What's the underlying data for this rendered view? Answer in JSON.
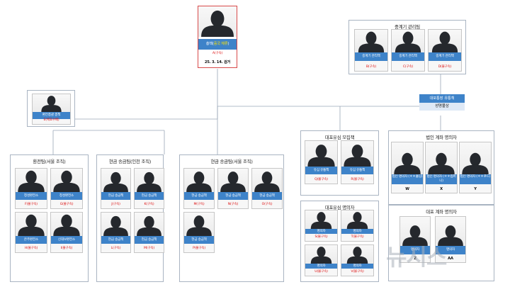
{
  "boss": {
    "role_prefix": "총책(",
    "role_highlight": "중국 체류",
    "role_suffix": ")",
    "status": "A(구속)",
    "note": "25. 3. 14. 검거"
  },
  "relay": {
    "title": "중계기 관리팀",
    "members": [
      {
        "role": "중계기 관리책",
        "status": "B(구속)"
      },
      {
        "role": "중계기 관리책",
        "status": "C(구속)"
      },
      {
        "role": "중계기 관리책",
        "status": "D(불구속)"
      }
    ]
  },
  "exchange_boss": {
    "role": "환전총괄 총책",
    "status": "E(체포수배)"
  },
  "bank_distributor": {
    "label": "대포통장 유통책",
    "name": "성명불상"
  },
  "groups": [
    {
      "title": "환전팀(서울 조직)",
      "members": [
        {
          "role": "청성환전소",
          "status": "F(불구속)"
        },
        {
          "role": "청성환전소",
          "status": "G(불구속)"
        },
        {
          "role": "은주환전소",
          "status": "H(불구속)"
        },
        {
          "role": "신대보환전소",
          "status": "I(불구속)"
        }
      ]
    },
    {
      "title": "현금 송금팀(인천 조직)",
      "members": [
        {
          "role": "현금 송금책",
          "status": "J(구속)"
        },
        {
          "role": "현금 송금책",
          "status": "K(구속)"
        },
        {
          "role": "현금 송금책",
          "status": "L(구속)"
        },
        {
          "role": "현금 송금책",
          "status": "M(구속)"
        }
      ]
    },
    {
      "title": "현금 송금팀(서울 조직)",
      "members": [
        {
          "role": "현금 송금책",
          "status": "M(구속)"
        },
        {
          "role": "현금 송금책",
          "status": "N(구속)"
        },
        {
          "role": "현금 송금책",
          "status": "O(구속)"
        },
        {
          "role": "현금 송금책",
          "status": "P(불구속)"
        }
      ]
    },
    {
      "title": "대포유심 모집책",
      "members": [
        {
          "role": "유심 유통책",
          "status": "Q(불구속)"
        },
        {
          "role": "유심 유통책",
          "status": "R(불구속)"
        }
      ]
    },
    {
      "title": "대포유심 명의자",
      "members": [
        {
          "role": "명의자",
          "status": "S(불구속)"
        },
        {
          "role": "명의자",
          "status": "T(불구속)"
        },
        {
          "role": "명의자",
          "status": "U(불구속)"
        },
        {
          "role": "명의자",
          "status": "V(불구속)"
        }
      ]
    },
    {
      "title": "법인 계좌 명의자",
      "members": [
        {
          "role": "법인 명의자 (＊＊홀딩)",
          "status": "W"
        },
        {
          "role": "법인 명의자 (＊＊컴퍼니)",
          "status": "X"
        },
        {
          "role": "법인 명의자 (＊＊푸드)",
          "status": "Y"
        }
      ]
    },
    {
      "title": "대포 계좌 명의자",
      "members": [
        {
          "role": "명의자",
          "status": "Z"
        },
        {
          "role": "명의자",
          "status": "AA"
        }
      ]
    }
  ],
  "watermark": "뉴시스"
}
